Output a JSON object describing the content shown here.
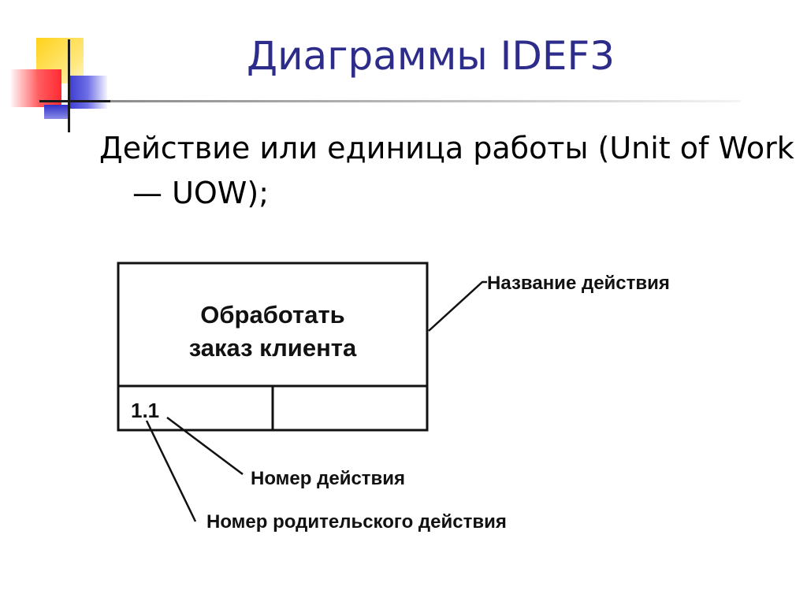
{
  "slide": {
    "title": "Диаграммы IDEF3",
    "bullet": "Действие или единица работы (Unit of Work — UOW);"
  },
  "diagram": {
    "box_label_line1": "Обработать",
    "box_label_line2": "заказ клиента",
    "box_number": "1.1",
    "callout_action_name": "Название действия",
    "callout_action_number": "Номер действия",
    "callout_parent_number": "Номер родительского действия"
  },
  "colors": {
    "title": "#2e2c8a",
    "logo_yellow": "#ffd21a",
    "logo_red": "#ff2a32",
    "logo_blue": "#3a3ad0"
  }
}
